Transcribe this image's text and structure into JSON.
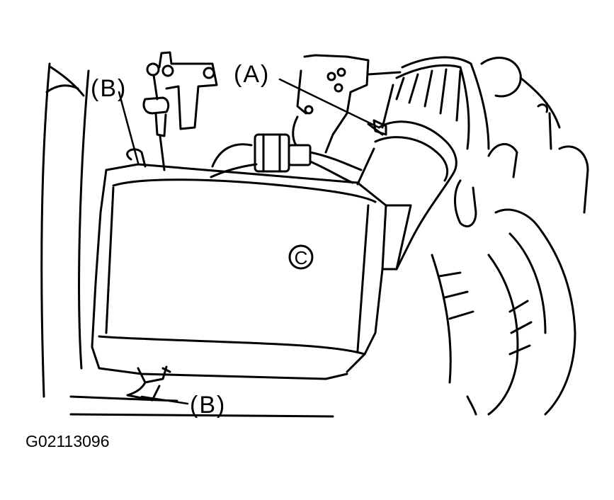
{
  "labels": {
    "a": "(A)",
    "b_top": "(B)",
    "b_bottom": "(B)",
    "c": "C"
  },
  "figure_code": "G02113096",
  "colors": {
    "line": "#000000",
    "background": "#ffffff"
  }
}
